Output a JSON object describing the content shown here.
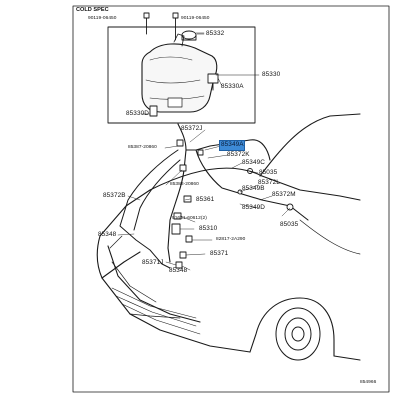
{
  "header": {
    "spec": "COLD SPEC"
  },
  "highlight": {
    "part": "85349A",
    "color": "#3d8ad6"
  },
  "parts": {
    "bolt_left": "90119-06450",
    "bolt_right": "90119-06450",
    "cap": "85332",
    "tank_assy": "85330",
    "motor": "85330A",
    "pump_left": "85330D",
    "hose_top": "85372J",
    "clamp_small": "85387-20860",
    "nozzle_hose": "85372K",
    "valve": "85349C",
    "nozzle": "85035",
    "hose_lower_right": "85372L",
    "hose_right": "85349B",
    "hose_far_right": "85372M",
    "hose_mid": "85349D",
    "nozzle_right": "85035",
    "hose_left": "85372B",
    "clamp_mid": "85388-20860",
    "joint": "85361",
    "bolt_mid": "91651-60612(2)",
    "sensor": "85310",
    "grommet": "82817-2A290",
    "hose_bottom_left": "85348",
    "connector": "85371",
    "hose_small": "85371J",
    "hose_bottom": "85348",
    "figure_no": "854966"
  },
  "colors": {
    "line": "#1a1a1a",
    "paper": "#ffffff"
  }
}
